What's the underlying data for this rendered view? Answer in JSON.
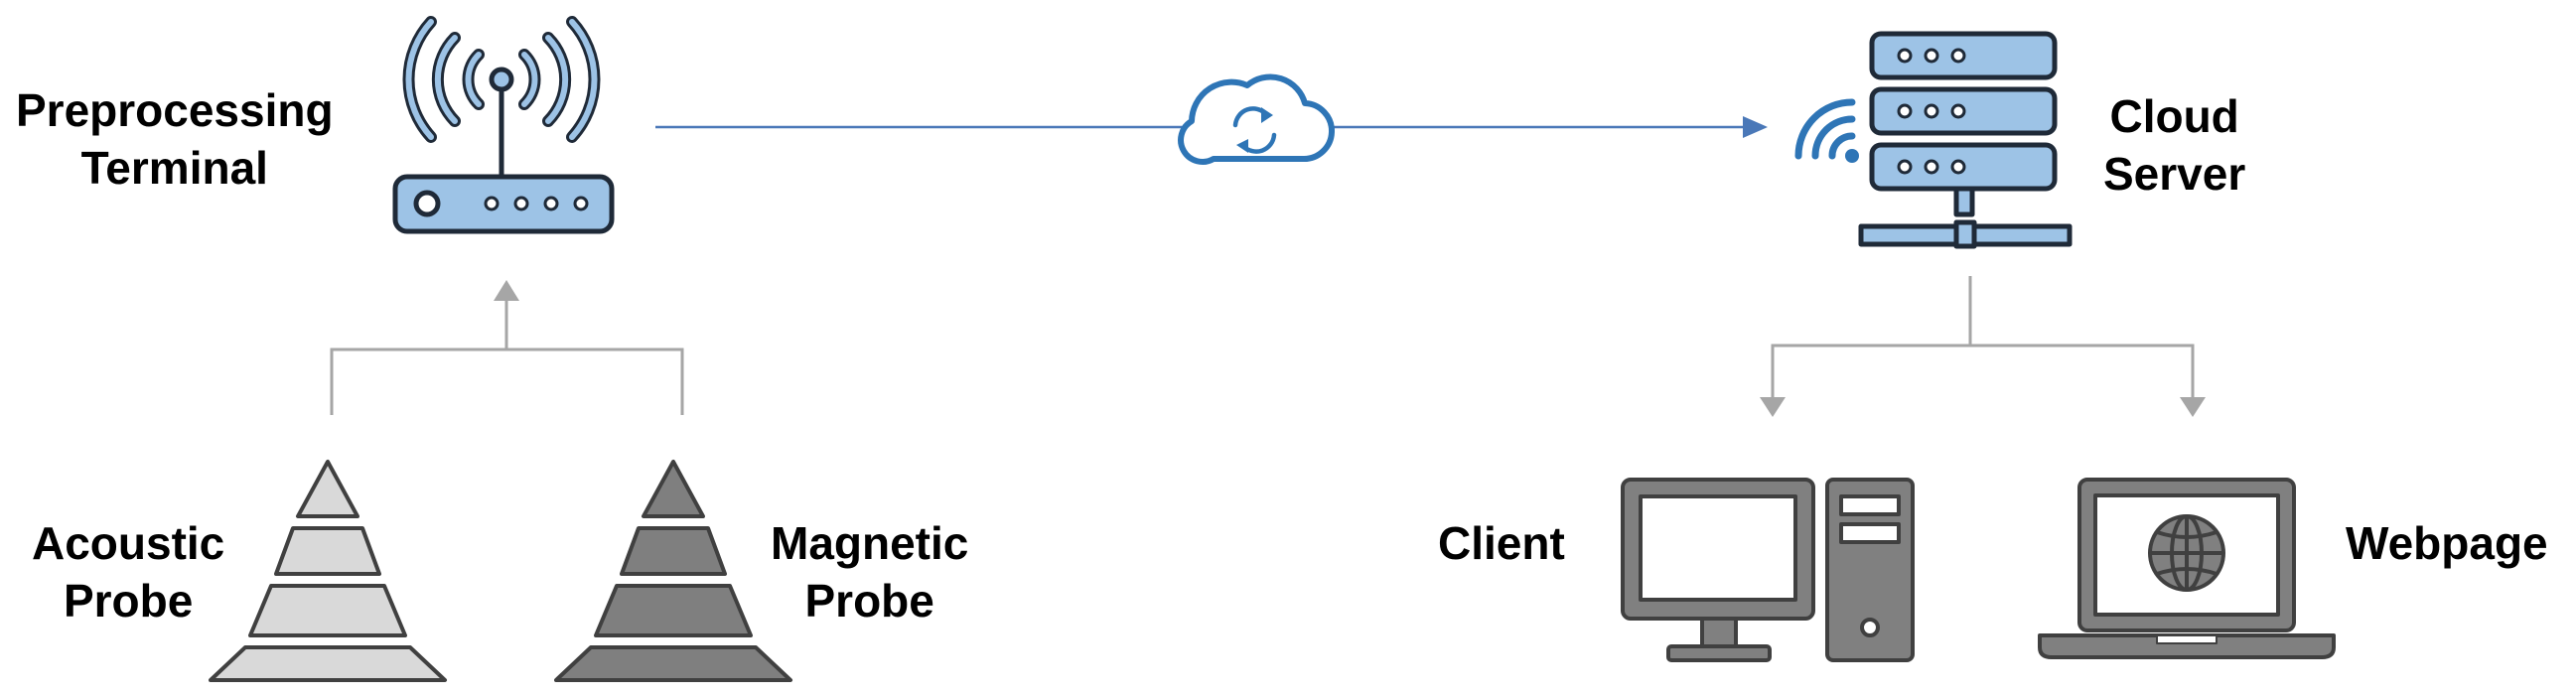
{
  "labels": {
    "preprocessing_terminal": [
      "Preprocessing",
      "Terminal"
    ],
    "cloud_server": [
      "Cloud",
      "Server"
    ],
    "acoustic_probe": [
      "Acoustic",
      "Probe"
    ],
    "magnetic_probe": [
      "Magnetic",
      "Probe"
    ],
    "client": "Client",
    "webpage": "Webpage"
  },
  "colors": {
    "device_fill": "#9dc3e6",
    "device_stroke": "#1f2a38",
    "link_line": "#4a78b8",
    "cloud_stroke": "#2e75b6",
    "wifi": "#2e75b6",
    "arrow_gray": "#a6a6a6",
    "acoustic_fill": "#d9d9d9",
    "magnetic_fill": "#7f7f7f",
    "computer_fill": "#808080",
    "computer_screen": "#ffffff"
  },
  "icons": {
    "terminal": "wireless-router-icon",
    "cloud": "cloud-sync-icon",
    "server": "server-rack-icon",
    "wifi": "wifi-signal-icon",
    "client": "desktop-computer-icon",
    "webpage": "laptop-globe-icon"
  }
}
